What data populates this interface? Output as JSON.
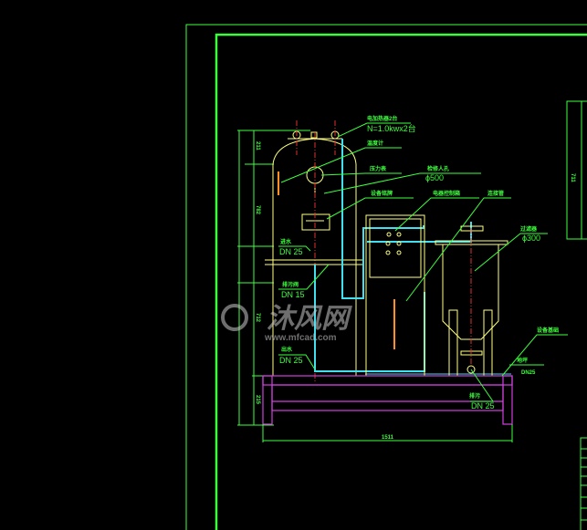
{
  "drawing": {
    "heater_label": "电加热器2台",
    "heater_spec": "N=1.0kwx2台",
    "gauge_label": "温度计",
    "pressure_label": "压力表",
    "manhole_label": "检修人孔",
    "manhole_spec": "ϕ500",
    "nameplate_label": "设备铭牌",
    "control_label": "电器控制箱",
    "pipe_label": "连接管",
    "filter_label": "过滤器",
    "filter_spec": "ϕ300",
    "inlet_label": "进水",
    "inlet_spec": "DN 25",
    "drain_label": "排污阀",
    "drain_spec": "DN 15",
    "outlet_label": "出水",
    "outlet_spec": "DN 25",
    "bottom_label": "排污",
    "bottom_spec": "DN 25",
    "base_label": "设备基础",
    "ground_label": "地坪",
    "ground_spec": "DN25",
    "width_dim": "1511",
    "dim_left_top": "211",
    "dim_left_mid": "782",
    "dim_left_low": "712",
    "dim_left_base": "215",
    "dim_right": "711"
  },
  "watermark": {
    "logo_text": "沐风网",
    "url": "www.mfcad.com"
  }
}
